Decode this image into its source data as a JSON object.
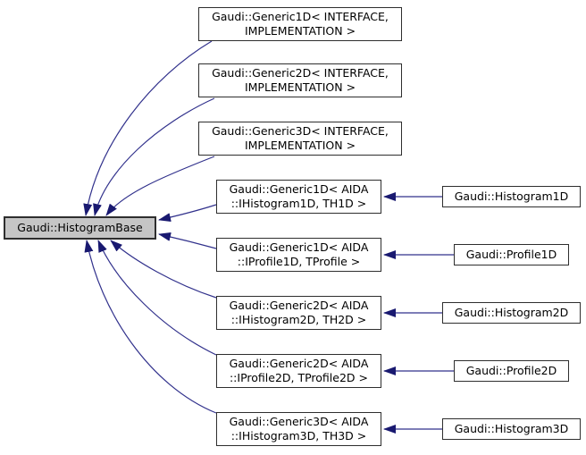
{
  "colors": {
    "edge": "#191970",
    "edge_line": "#31318c",
    "base_node_fill": "#c5c5c5",
    "node_fill": "#ffffff",
    "node_border": "#2e2e2e",
    "text": "#000000",
    "background": "#ffffff"
  },
  "nodes": {
    "base": {
      "label": "Gaudi::HistogramBase"
    },
    "generic1d_template": {
      "label": "Gaudi::Generic1D< INTERFACE,\nIMPLEMENTATION >"
    },
    "generic2d_template": {
      "label": "Gaudi::Generic2D< INTERFACE,\nIMPLEMENTATION >"
    },
    "generic3d_template": {
      "label": "Gaudi::Generic3D< INTERFACE,\nIMPLEMENTATION >"
    },
    "generic1d_histogram": {
      "label": "Gaudi::Generic1D< AIDA\n::IHistogram1D, TH1D >"
    },
    "generic1d_profile": {
      "label": "Gaudi::Generic1D< AIDA\n::IProfile1D, TProfile >"
    },
    "generic2d_histogram": {
      "label": "Gaudi::Generic2D< AIDA\n::IHistogram2D, TH2D >"
    },
    "generic2d_profile": {
      "label": "Gaudi::Generic2D< AIDA\n::IProfile2D, TProfile2D >"
    },
    "generic3d_histogram": {
      "label": "Gaudi::Generic3D< AIDA\n::IHistogram3D, TH3D >"
    },
    "histogram1d": {
      "label": "Gaudi::Histogram1D"
    },
    "profile1d": {
      "label": "Gaudi::Profile1D"
    },
    "histogram2d": {
      "label": "Gaudi::Histogram2D"
    },
    "profile2d": {
      "label": "Gaudi::Profile2D"
    },
    "histogram3d": {
      "label": "Gaudi::Histogram3D"
    }
  }
}
